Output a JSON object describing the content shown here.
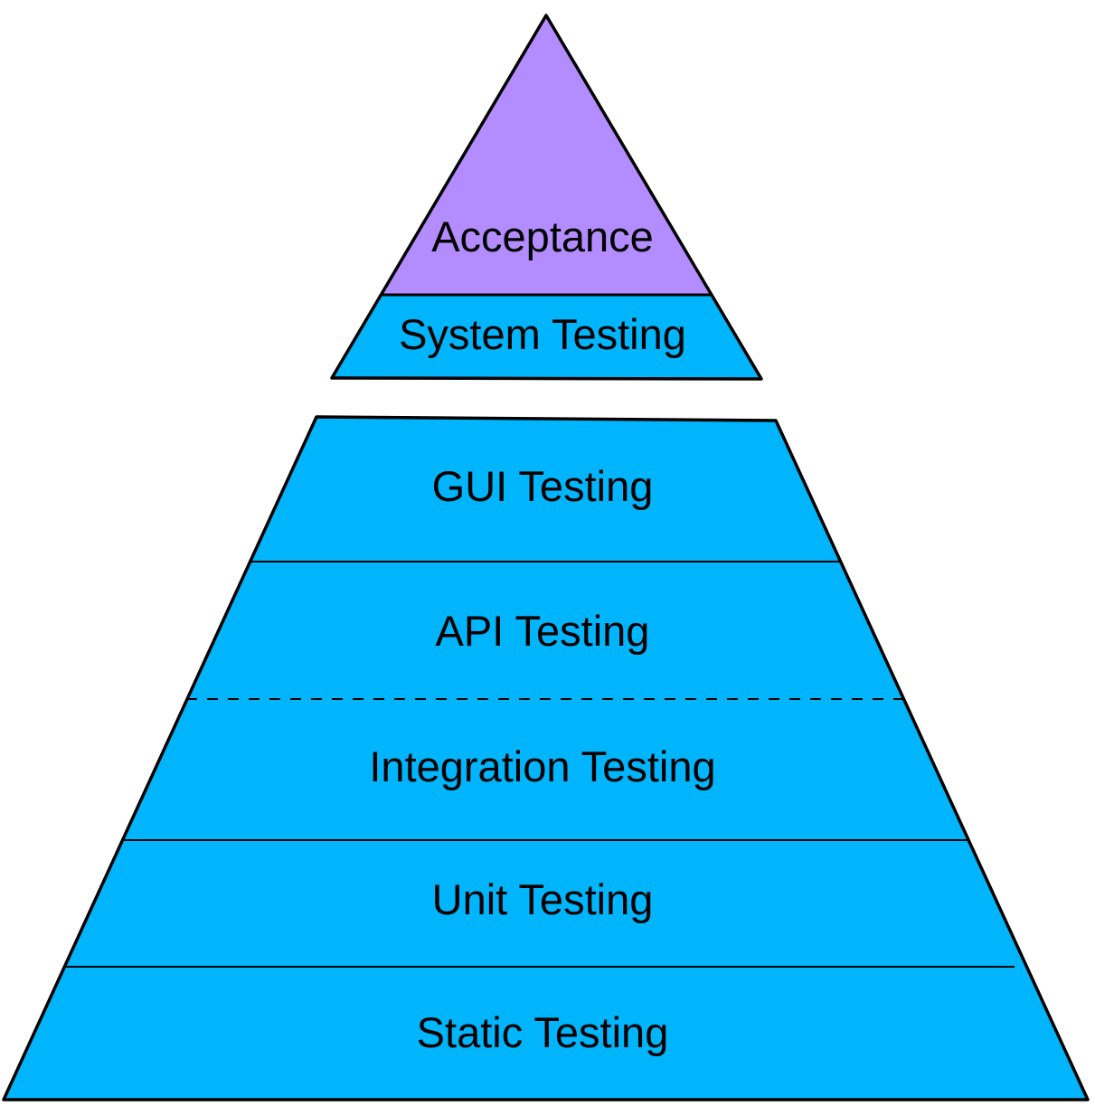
{
  "colors": {
    "acceptance_fill": "#b38cff",
    "layer_fill": "#00b5fb",
    "stroke": "#000000",
    "background": "#ffffff"
  },
  "top_pyramid": {
    "acceptance": "Acceptance",
    "system_testing": "System Testing"
  },
  "bottom_pyramid": {
    "layers": [
      "GUI Testing",
      "API Testing",
      "Integration Testing",
      "Unit Testing",
      "Static Testing"
    ]
  }
}
